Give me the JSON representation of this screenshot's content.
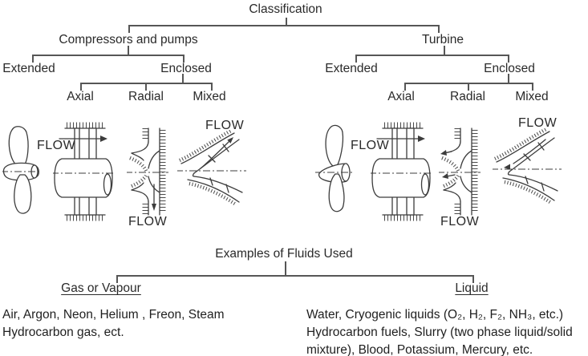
{
  "title": "Classification",
  "branches": {
    "left": {
      "name": "Compressors and pumps",
      "extended": "Extended",
      "enclosed": "Enclosed",
      "axial": "Axial",
      "radial": "Radial",
      "mixed": "Mixed"
    },
    "right": {
      "name": "Turbine",
      "extended": "Extended",
      "enclosed": "Enclosed",
      "axial": "Axial",
      "radial": "Radial",
      "mixed": "Mixed"
    }
  },
  "flow_label": "FLOW",
  "fluids": {
    "title": "Examples of Fluids Used",
    "gas": {
      "heading": "Gas or Vapour",
      "line1": "Air, Argon, Neon, Helium , Freon, Steam",
      "line2": "Hydrocarbon gas, ect."
    },
    "liquid": {
      "heading": "Liquid",
      "line1": "Water, Cryogenic liquids (O₂, H₂, F₂, NH₃, etc.)",
      "line2": "Hydrocarbon fuels, Slurry (two phase liquid/solid",
      "line3": "mixture), Blood, Potassium, Mercury, etc."
    }
  },
  "icons": {
    "propeller": "propeller-extended-rotor-diagram",
    "axial": "axial-flow-section-diagram",
    "radial": "radial-flow-section-diagram",
    "mixed": "mixed-flow-section-diagram"
  },
  "colors": {
    "ink": "#2a2a2a",
    "connector": "#565656",
    "background": "#ffffff"
  }
}
